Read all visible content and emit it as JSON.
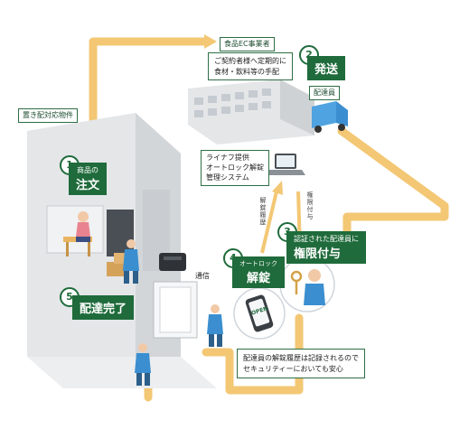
{
  "labels": {
    "ec_business": "食品EC事業者",
    "ec_desc_line1": "ご契約者様へ定期的に",
    "ec_desc_line2": "食材・飲料等の手配",
    "step2_num": "2",
    "step2_title": "発送",
    "delivery_staff": "配達員",
    "building_label": "置き配対応物件",
    "system_line1": "ライナフ提供",
    "system_line2": "オートロック解錠",
    "system_line3": "管理システム",
    "step1_num": "1",
    "step1_small": "商品の",
    "step1_title": "注文",
    "unlock_history": "解錠履歴",
    "grant_permission": "権限付与",
    "step3_num": "3",
    "step3_small": "認証された配達員に",
    "step3_title": "権限付与",
    "step4_num": "4",
    "step4_small": "オートロック",
    "step4_title": "解錠",
    "communication": "通信",
    "step5_num": "5",
    "step5_title": "配達完了",
    "phone_text": "OPEN",
    "note_line1": "配達員の解錠履歴は記録されるので",
    "note_line2": "セキュリティーにおいても安心"
  },
  "colors": {
    "route": "#f3c774",
    "green": "#1f6b3b",
    "building": "#e4e6e8",
    "building_shadow": "#c9ccd0",
    "uniform": "#3b8fd0"
  }
}
